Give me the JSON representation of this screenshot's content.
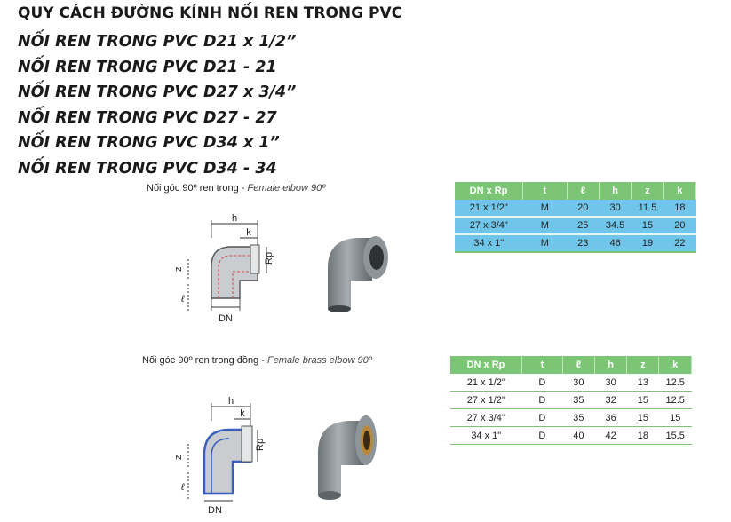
{
  "heading": "QUY CÁCH ĐƯỜNG KÍNH NỐI REN TRONG PVC",
  "lines": [
    "NỐI REN TRONG PVC D21 x 1/2”",
    "NỐI REN TRONG PVC D21 - 21",
    "NỐI REN TRONG PVC D27 x 3/4”",
    "NỐI REN TRONG PVC D27 - 27",
    "NỐI REN TRONG PVC D34 x 1”",
    "NỐI REN TRONG PVC D34 - 34"
  ],
  "diagram_labels": {
    "h": "h",
    "k": "k",
    "z": "z",
    "l": "ℓ",
    "rp": "Rp",
    "dn": "DN"
  },
  "product1": {
    "caption_vi": "Nối góc 90º ren trong",
    "caption_sep": " - ",
    "caption_en": "Female elbow 90º",
    "table": {
      "headers": [
        "DN x Rp",
        "t",
        "ℓ",
        "h",
        "z",
        "k"
      ],
      "rows": [
        [
          "21 x 1/2\"",
          "M",
          "20",
          "30",
          "11.5",
          "18"
        ],
        [
          "27 x 3/4\"",
          "M",
          "25",
          "34.5",
          "15",
          "20"
        ],
        [
          "34 x 1\"",
          "M",
          "23",
          "46",
          "19",
          "22"
        ]
      ]
    }
  },
  "product2": {
    "caption_vi": "Nối góc 90º ren trong đồng",
    "caption_sep": " - ",
    "caption_en": "Female brass elbow 90º",
    "table": {
      "headers": [
        "DN x Rp",
        "t",
        "ℓ",
        "h",
        "z",
        "k"
      ],
      "rows": [
        [
          "21 x 1/2\"",
          "D",
          "30",
          "30",
          "13",
          "12.5"
        ],
        [
          "27 x 1/2\"",
          "D",
          "35",
          "32",
          "15",
          "12.5"
        ],
        [
          "27 x 3/4\"",
          "D",
          "35",
          "36",
          "15",
          "15"
        ],
        [
          "34 x 1\"",
          "D",
          "40",
          "42",
          "18",
          "15.5"
        ]
      ]
    }
  },
  "colors": {
    "table_header": "#7cc576",
    "row_highlight": "#6fc6ea",
    "pipe_grey": "#8e9599",
    "brass_blue": "#3a5fbf"
  }
}
